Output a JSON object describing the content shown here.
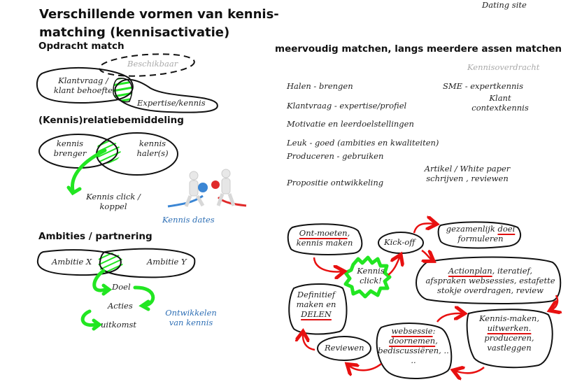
{
  "title": {
    "line1": "Verschillende vormen van kennis-",
    "line2": "matching (kennisactivatie)"
  },
  "top_right_label": "Dating site",
  "sections": {
    "opdracht_match": {
      "heading": "Opdracht match",
      "available": "Beschikbaar",
      "client_line1": "Klantvraag /",
      "client_line2": "klant behoefte",
      "expertise": "Expertise/kennis"
    },
    "relatie": {
      "heading": "(Kennis)relatiebemiddeling",
      "left_line1": "kennis",
      "left_line2": "brenger",
      "right_line1": "kennis",
      "right_line2": "haler(s)",
      "click_line1": "Kennis click /",
      "click_line2": "koppel",
      "dates_caption": "Kennis dates"
    },
    "ambities": {
      "heading": "Ambities / partnering",
      "left": "Ambitie X",
      "right": "Ambitie Y",
      "step1": "Doel",
      "step2": "Acties",
      "step3": "uitkomst",
      "caption_line1": "Ontwikkelen",
      "caption_line2": "van kennis"
    }
  },
  "multi": {
    "heading": "meervoudig matchen, langs meerdere assen matchen",
    "transfer_label": "Kennisoverdracht",
    "left_items": [
      "Halen - brengen",
      "Klantvraag - expertise/profiel",
      "Motivatie en leerdoelstellingen",
      "Leuk - goed (ambities en kwaliteiten)",
      "Produceren - gebruiken",
      "Propositie ontwikkeling"
    ],
    "right_items": {
      "sme": "SME - expertkennis",
      "client_line1": "Klant",
      "client_line2": "contextkennis",
      "article_line1": "Artikel / White paper",
      "article_line2": "schrijven , reviewen"
    }
  },
  "cycle": {
    "ontmoeten_u": "Ont-moeten",
    "ontmoeten_rest": ",",
    "ontmoeten_line2": "kennis maken",
    "kickoff": "Kick-off",
    "click_line1": "Kennis",
    "click_line2": "click!",
    "doel_pre": "gezamenlijk ",
    "doel_u": "doel",
    "doel_line2": "formuleren",
    "action_u": "Actionplan",
    "action_rest": ", iteratief,",
    "action_line2": "afspraken websessies, estafette",
    "action_line3": "stokje overdragen, review",
    "maken_line1": "Kennis-maken,",
    "maken_u": "uitwerken.",
    "maken_line3": "produceren,",
    "maken_line4": "vastleggen",
    "web_u": "websessie",
    "web_rest": ":",
    "web_u2": "doornemen",
    "web_rest2": ",",
    "web_line3": "bediscussiëren, ..",
    "web_line4": "..",
    "reviewen": "Reviewen",
    "delen_line1": "Definitief",
    "delen_line2": "maken  en",
    "delen_u": "DELEN"
  },
  "colors": {
    "accent_green": "#22e622",
    "arrow_red": "#e81010",
    "caption_blue": "#2e6fb5",
    "muted_gray": "#aaaaaa"
  }
}
